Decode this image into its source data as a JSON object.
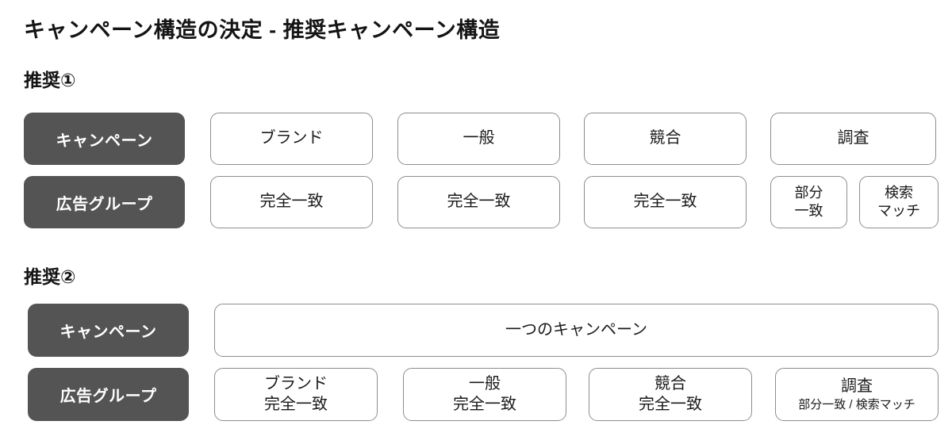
{
  "title": "キャンペーン構造の決定 - 推奨キャンペーン構造",
  "theme": {
    "background": "#ffffff",
    "chip_fill": "#545454",
    "chip_text": "#ffffff",
    "box_border": "#8d8d8d",
    "box_fill": "#ffffff",
    "text": "#1a1a1a"
  },
  "sections": [
    {
      "heading": "推奨①",
      "rows": [
        {
          "label": "キャンペーン",
          "boxes": [
            {
              "lines": [
                "ブランド"
              ]
            },
            {
              "lines": [
                "一般"
              ]
            },
            {
              "lines": [
                "競合"
              ]
            },
            {
              "lines": [
                "調査"
              ]
            }
          ]
        },
        {
          "label": "広告グループ",
          "boxes": [
            {
              "lines": [
                "完全一致"
              ]
            },
            {
              "lines": [
                "完全一致"
              ]
            },
            {
              "lines": [
                "完全一致"
              ]
            },
            {
              "lines": [
                "部分",
                "一致"
              ]
            },
            {
              "lines": [
                "検索",
                "マッチ"
              ]
            }
          ]
        }
      ]
    },
    {
      "heading": "推奨②",
      "rows": [
        {
          "label": "キャンペーン",
          "boxes": [
            {
              "lines": [
                "一つのキャンペーン"
              ]
            }
          ]
        },
        {
          "label": "広告グループ",
          "boxes": [
            {
              "lines": [
                "ブランド",
                "完全一致"
              ]
            },
            {
              "lines": [
                "一般",
                "完全一致"
              ]
            },
            {
              "lines": [
                "競合",
                "完全一致"
              ]
            },
            {
              "lines": [
                "調査",
                "部分一致 / 検索マッチ"
              ]
            }
          ]
        }
      ]
    }
  ]
}
